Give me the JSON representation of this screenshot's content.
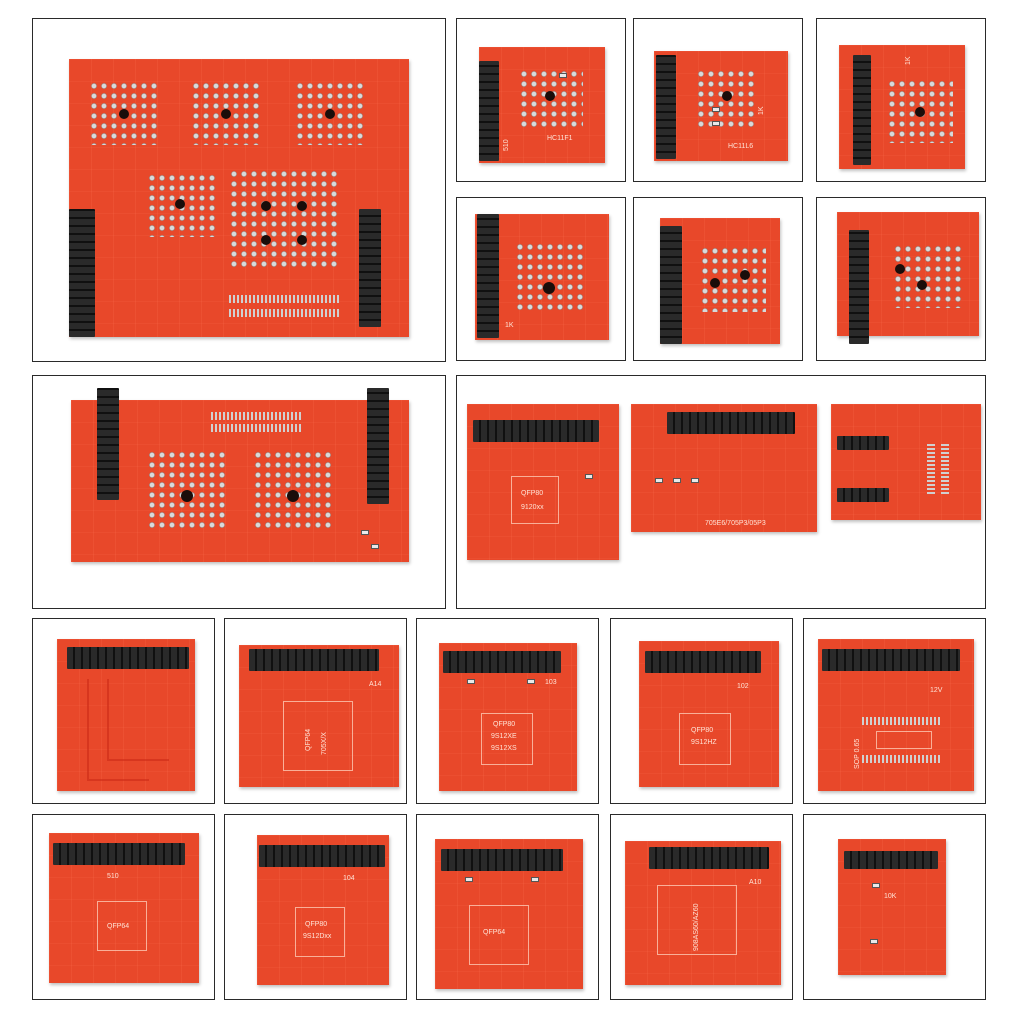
{
  "product_collage": {
    "description_free": true,
    "silkscreen": {
      "p_hc11f1": "HC11F1",
      "p_hc11l6": "HC11L6",
      "p_510a": "510",
      "p_1k_a": "1K",
      "p_1k_b": "1K",
      "p_1k_c": "1K",
      "p_qfp80_9120": "QFP80",
      "p_9120xx": "9120xx",
      "p_705": "705E6/705P3/05P3",
      "p_a14": "A14",
      "p_qfp64": "QFP64",
      "p_705x": "705X/X",
      "p_qfp80_9s12xe": "QFP80",
      "p_9s12xe": "9S12XE",
      "p_9s12xs": "9S12XS",
      "p_103": "103",
      "p_qfp80_hz": "QFP80",
      "p_9s12hz": "9S12HZ",
      "p_102": "102",
      "p_sop": "SOP 0.65",
      "p_12v": "12V",
      "p_qfp64b": "QFP64",
      "p_510b": "510",
      "p_qfp80_dt": "QFP80",
      "p_9s12dt": "9S12Dxx",
      "p_104": "104",
      "p_qfp64c": "QFP64",
      "p_a10": "A10",
      "p_908": "908AS60/AZ60",
      "p_10k": "10K"
    }
  }
}
